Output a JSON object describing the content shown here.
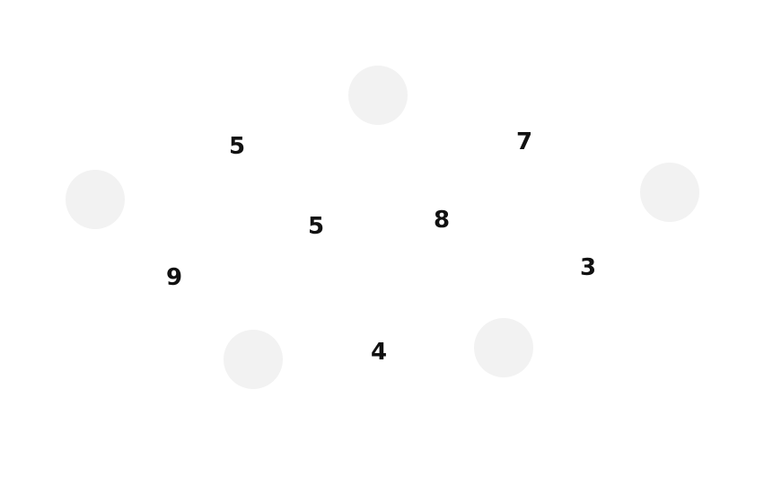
{
  "colors": {
    "background": "#ffffff",
    "node_fill": "#f2f2f2",
    "label_text": "#111111"
  },
  "graph": {
    "node_count": 5,
    "edge_labels": [
      "5",
      "7",
      "5",
      "8",
      "9",
      "3",
      "4"
    ]
  }
}
